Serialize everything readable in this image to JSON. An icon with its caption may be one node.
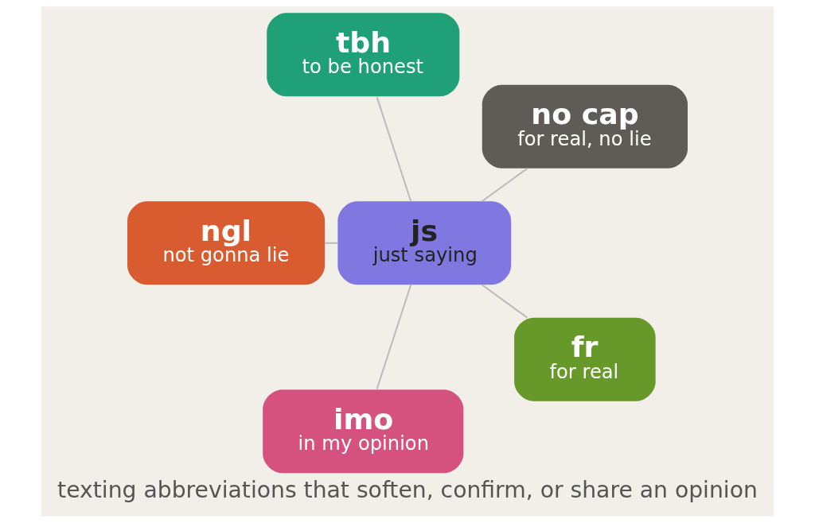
{
  "diagram": {
    "caption": "texting abbreviations that soften, confirm, or share an opinion",
    "nodes": [
      {
        "text": [
          "no cap",
          "for real, no lie"
        ]
      },
      {
        "text": [
          "tbh",
          "to be honest"
        ]
      },
      {
        "text": [
          "ngl",
          "not gonna lie"
        ]
      },
      {
        "text": [
          "js",
          "just saying"
        ]
      },
      {
        "text": [
          "imo",
          "in my opinion"
        ]
      },
      {
        "text": [
          "fr",
          "for real"
        ]
      }
    ],
    "edges": [
      {
        "from": 3,
        "to": 0,
        "arrow": "none"
      },
      {
        "from": 3,
        "to": 1,
        "arrow": "none"
      },
      {
        "from": 3,
        "to": 2,
        "arrow": "none"
      },
      {
        "from": 3,
        "to": 4,
        "arrow": "none"
      },
      {
        "from": 3,
        "to": 5,
        "arrow": "none"
      }
    ]
  }
}
